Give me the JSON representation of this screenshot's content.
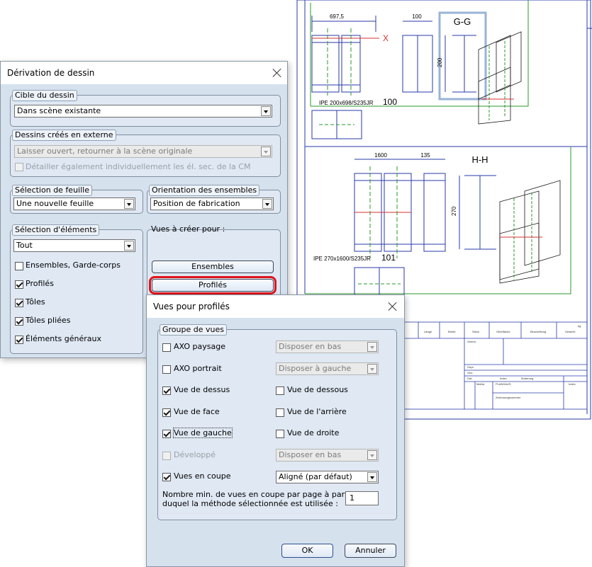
{
  "drawing": {
    "view_g": "G-G",
    "view_h": "H-H",
    "dim_697": "697,5",
    "dim_100": "100",
    "dim_200": "200",
    "dim_1600": "1600",
    "dim_135": "135",
    "dim_270": "270",
    "label_ipe1": "IPE 200x698/S235JR",
    "num_100": "100",
    "label_ipe2": "IPE 270x1600/S235JR",
    "num_101": "101",
    "marker_x": "X",
    "tb_laenge": "Länge",
    "tb_breite": "Breite",
    "tb_stueck": "Stück",
    "tb_oberflaeche": "Oberfläche",
    "tb_beschriftung": "Beschriftung",
    "tb_gewicht": "Gewicht",
    "tb_kg": "kg",
    "tb_zeichn": "Zeichn.",
    "tb_gepr": "Gepr.",
    "tb_gez": "Gez.",
    "tb_dat": "Dat.",
    "tb_index": "Index",
    "tb_aenderung": "Änderung",
    "tb_maszst": "Maßst.",
    "tb_planhaus": "PLANHAUS",
    "tb_zeichnr": "Zeichnungsnummer"
  },
  "main_dialog": {
    "title": "Dérivation de dessin",
    "target": {
      "label": "Cible du dessin",
      "value": "Dans scène existante"
    },
    "external": {
      "label": "Dessins créés en externe",
      "value": "Laisser ouvert, retourner à la scène originale",
      "detail_checkbox": "Détailler également individuellement les él. sec. de la CM"
    },
    "sheet": {
      "label": "Sélection de feuille",
      "value": "Une nouvelle feuille"
    },
    "orientation": {
      "label": "Orientation des ensembles",
      "value": "Position de fabrication"
    },
    "elements": {
      "label": "Sélection d'éléments",
      "value": "Tout",
      "items": [
        {
          "label": "Ensembles, Garde-corps",
          "checked": false
        },
        {
          "label": "Profilés",
          "checked": true
        },
        {
          "label": "Tôles",
          "checked": true
        },
        {
          "label": "Tôles pliées",
          "checked": true
        },
        {
          "label": "Éléments généraux",
          "checked": true
        }
      ]
    },
    "views": {
      "label": "Vues à créer pour :",
      "btn_ensembles": "Ensembles",
      "btn_profiles": "Profilés"
    }
  },
  "profile_dialog": {
    "title": "Vues pour profilés",
    "group_label": "Groupe de vues",
    "axo_paysage": {
      "label": "AXO paysage",
      "checked": false,
      "option": "Disposer en bas"
    },
    "axo_portrait": {
      "label": "AXO portrait",
      "checked": false,
      "option": "Disposer à gauche"
    },
    "vue_dessus": {
      "label": "Vue de dessus",
      "checked": true
    },
    "vue_dessous": {
      "label": "Vue de dessous",
      "checked": false
    },
    "vue_face": {
      "label": "Vue de face",
      "checked": true
    },
    "vue_arriere": {
      "label": "Vue de l'arrière",
      "checked": false
    },
    "vue_gauche": {
      "label": "Vue de gauche",
      "checked": true
    },
    "vue_droite": {
      "label": "Vue de droite",
      "checked": false
    },
    "developpe": {
      "label": "Développé",
      "checked": false,
      "option": "Disposer en bas"
    },
    "vues_coupe": {
      "label": "Vues en coupe",
      "checked": true,
      "option": "Aligné (par défaut)"
    },
    "min_label_1": "Nombre min. de vues en coupe par page à partir",
    "min_label_2": "duquel la méthode sélectionnée est utilisée :",
    "min_value": "1",
    "ok": "OK",
    "cancel": "Annuler"
  }
}
